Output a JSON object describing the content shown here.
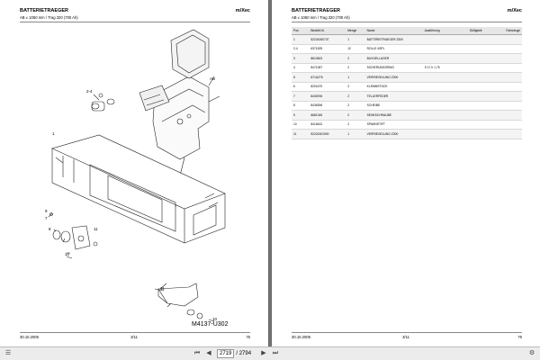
{
  "left_page": {
    "title": "BATTERIETRAEGER",
    "subtitle": "AB ≠ 1050 mm / Trag 320 (700 Ah)",
    "brand": "m/Xec",
    "callouts": [
      "2-4",
      "1",
      "AB",
      "9",
      "7",
      "8",
      "10",
      "11",
      "11",
      "10"
    ],
    "drawing_id": "M4137-U302",
    "footer": {
      "date": "30.10.2005",
      "page": "3/11",
      "number": "75"
    }
  },
  "right_page": {
    "title": "BATTERIETRAEGER",
    "subtitle": "AB ≠ 1050 mm / Trag 320 (700 Ah)",
    "brand": "m/Xec",
    "table": {
      "headers": [
        "Pos",
        "Bestell-Nr.",
        "Menge",
        "Name",
        "Ausführung",
        "Gültigkeit",
        "Fahrzeuge"
      ],
      "rows": [
        [
          "1",
          "52224260737",
          "1",
          "BATTERIETRAEGER Z300",
          "",
          "",
          ""
        ],
        [
          "2-4",
          "6371539",
          "12",
          "ROLLE 4SPL",
          "",
          "",
          ""
        ],
        [
          "3",
          "8612843",
          "2",
          "BUXGELLAGER",
          "",
          "",
          ""
        ],
        [
          "4",
          "8471087",
          "2",
          "SICHERUNGSRING",
          "S 17 h 1.75",
          "",
          ""
        ],
        [
          "5",
          "671A276",
          "1",
          "VERRIEGELUNG Z300",
          "",
          "",
          ""
        ],
        [
          "6",
          "8201670",
          "2",
          "KLEMMSTÜCK",
          "",
          "",
          ""
        ],
        [
          "7",
          "8436765",
          "2",
          "TELLERFEDER",
          "",
          "",
          ""
        ],
        [
          "8",
          "8436396",
          "2",
          "SCHEIBE",
          "",
          "",
          ""
        ],
        [
          "9",
          "6681345",
          "2",
          "SENKSCHRAUBE",
          "",
          "",
          ""
        ],
        [
          "10",
          "8416442",
          "2",
          "SPANNSTIFT",
          "",
          "",
          ""
        ],
        [
          "11",
          "52224301900",
          "1",
          "VERRIEGELUNG Z300",
          "",
          "",
          ""
        ]
      ]
    },
    "footer": {
      "date": "30.10.2005",
      "page": "3/11",
      "number": "76"
    }
  },
  "statusbar": {
    "current_page": "2719",
    "total_pages": "/ 2794"
  }
}
